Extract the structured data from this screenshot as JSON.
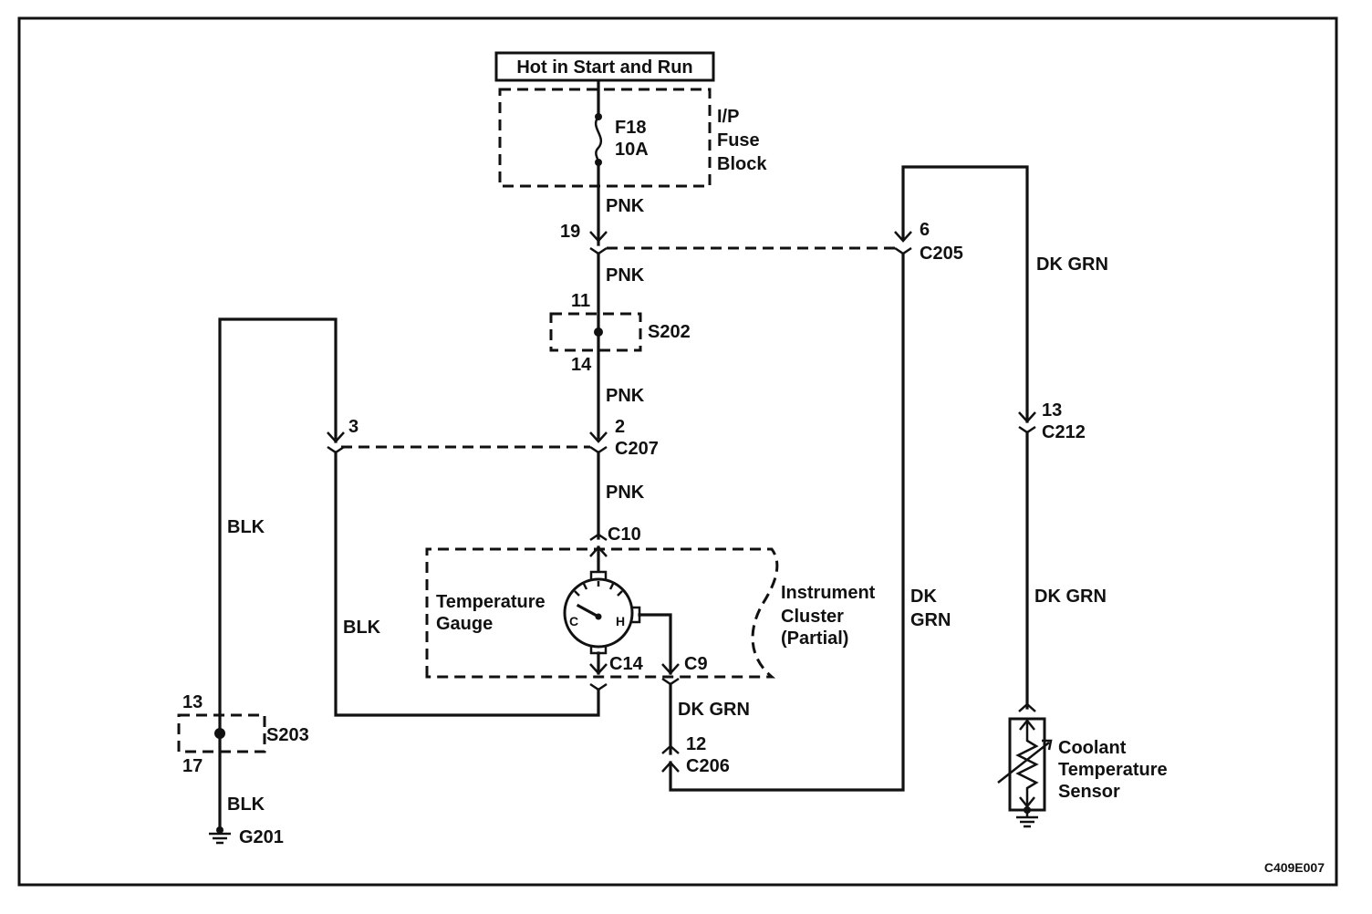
{
  "power_source": "Hot in Start and Run",
  "fuse_block": {
    "fuse_id": "F18",
    "fuse_rating": "10A",
    "label_lines": [
      "I/P",
      "Fuse",
      "Block"
    ]
  },
  "wires": {
    "pnk": "PNK",
    "blk": "BLK",
    "dk_grn": "DK GRN",
    "dk_grn_split": [
      "DK",
      "GRN"
    ]
  },
  "connectors": {
    "c205": "C205",
    "c205_pin": "6",
    "c207": "C207",
    "c207_pin_pnk": "2",
    "c207_pin_blk": "3",
    "c206": "C206",
    "c206_pin": "12",
    "c212": "C212",
    "c212_pin": "13",
    "c10": "C10",
    "c14": "C14",
    "c9": "C9"
  },
  "pins": {
    "fuse_out": "19"
  },
  "splices": {
    "s202": "S202",
    "s202_in": "11",
    "s202_out": "14",
    "s203": "S203",
    "s203_in": "13",
    "s203_out": "17"
  },
  "ground": "G201",
  "gauge": {
    "label_lines": [
      "Temperature",
      "Gauge"
    ],
    "cold": "C",
    "hot": "H"
  },
  "cluster_label_lines": [
    "Instrument",
    "Cluster",
    "(Partial)"
  ],
  "sensor_label_lines": [
    "Coolant",
    "Temperature",
    "Sensor"
  ],
  "figure_id": "C409E007"
}
